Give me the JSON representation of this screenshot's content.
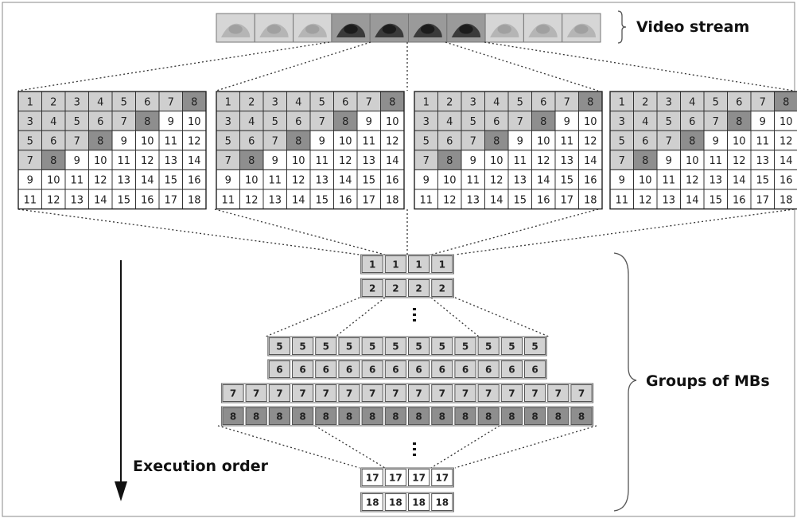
{
  "labels": {
    "video_stream": "Video stream",
    "groups_of_mbs": "Groups of MBs",
    "execution_order": "Execution order"
  },
  "frames": {
    "rows": [
      [
        1,
        2,
        3,
        4,
        5,
        6,
        7,
        8
      ],
      [
        3,
        4,
        5,
        6,
        7,
        8,
        9,
        10
      ],
      [
        5,
        6,
        7,
        8,
        9,
        10,
        11,
        12
      ],
      [
        7,
        8,
        9,
        10,
        11,
        12,
        13,
        14
      ],
      [
        9,
        10,
        11,
        12,
        13,
        14,
        15,
        16
      ],
      [
        11,
        12,
        13,
        14,
        15,
        16,
        17,
        18
      ]
    ]
  },
  "groups": [
    {
      "value": "1",
      "count": 4,
      "style": "light"
    },
    {
      "value": "2",
      "count": 4,
      "style": "light"
    },
    {
      "value": "5",
      "count": 12,
      "style": "light"
    },
    {
      "value": "6",
      "count": 12,
      "style": "light"
    },
    {
      "value": "7",
      "count": 16,
      "style": "light"
    },
    {
      "value": "8",
      "count": 16,
      "style": "dark"
    },
    {
      "value": "17",
      "count": 4,
      "style": "white"
    },
    {
      "value": "18",
      "count": 4,
      "style": "white"
    }
  ],
  "colors": {
    "done": "#cfcfcf",
    "current": "#8e8e8e",
    "pending": "#ffffff",
    "stroke": "#333333"
  }
}
